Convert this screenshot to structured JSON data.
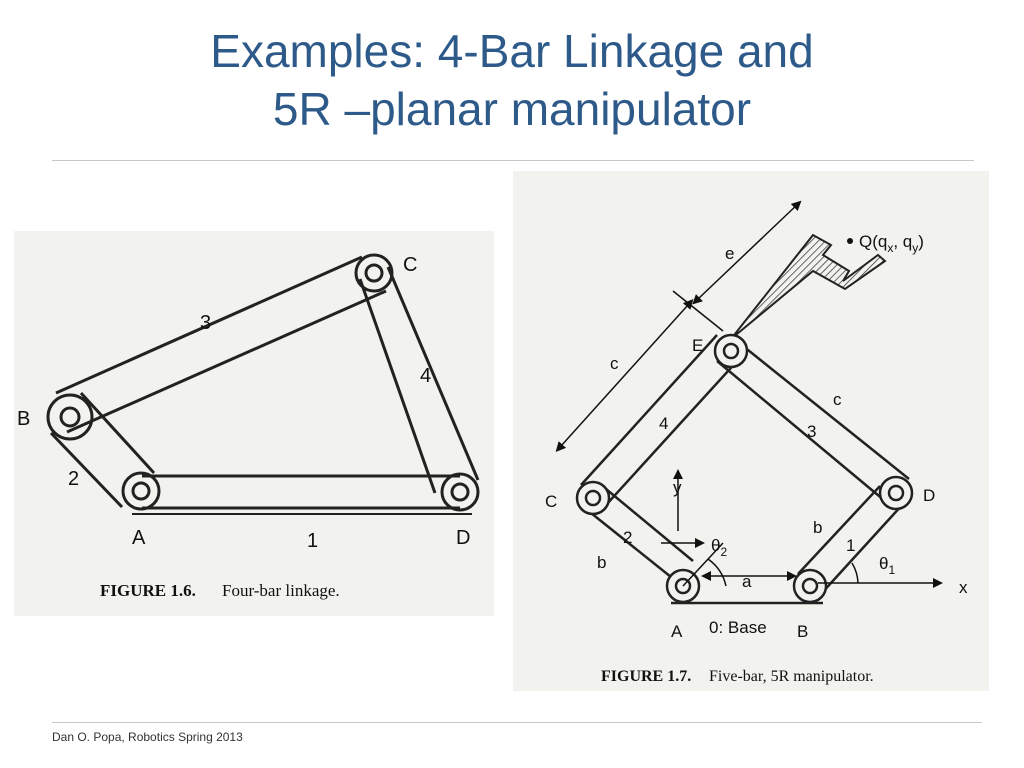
{
  "slide": {
    "title_line1": "Examples: 4-Bar Linkage and",
    "title_line2": "5R –planar manipulator",
    "footer": "Dan O. Popa, Robotics Spring 2013"
  },
  "figure_left": {
    "caption_label": "FIGURE 1.6.",
    "caption_text": "Four-bar linkage.",
    "joints": {
      "A": "A",
      "B": "B",
      "C": "C",
      "D": "D"
    },
    "links": {
      "l1": "1",
      "l2": "2",
      "l3": "3",
      "l4": "4"
    }
  },
  "figure_right": {
    "caption_label": "FIGURE 1.7.",
    "caption_text": "Five-bar, 5R manipulator.",
    "joints": {
      "A": "A",
      "B": "B",
      "C": "C",
      "D": "D",
      "E": "E"
    },
    "links": {
      "l1": "1",
      "l2": "2",
      "l3": "3",
      "l4": "4"
    },
    "dims": {
      "a": "a",
      "b_left": "b",
      "b_right": "b",
      "c_left": "c",
      "c_right": "c",
      "e": "e"
    },
    "axes": {
      "x": "x",
      "y": "y"
    },
    "angles": {
      "theta1": "θ",
      "theta1_sub": "1",
      "theta2": "θ",
      "theta2_sub": "2"
    },
    "point": {
      "q_label": "Q(q",
      "q_sub1": "x",
      "q_mid": ", q",
      "q_sub2": "y",
      "q_end": ")"
    },
    "base_label": "0: Base"
  }
}
